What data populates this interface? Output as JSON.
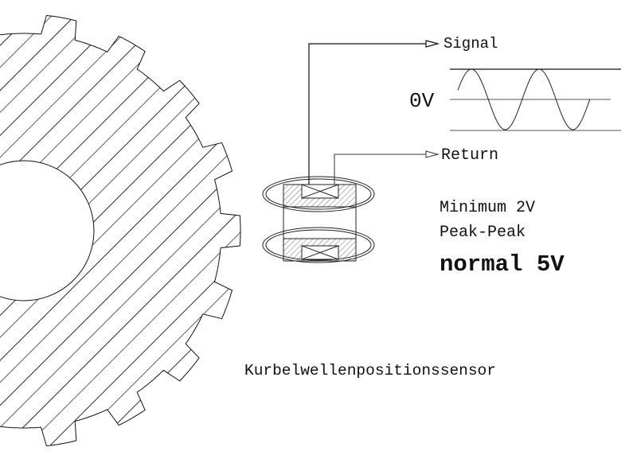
{
  "labels": {
    "signal": "Signal",
    "return": "Return",
    "zero_volt": "0V",
    "minimum": "Minimum 2V",
    "peak_peak": "Peak-Peak",
    "normal": "normal 5V",
    "title": "Kurbelwellenpositionssensor"
  },
  "colors": {
    "line": "#111111",
    "background": "#ffffff"
  }
}
